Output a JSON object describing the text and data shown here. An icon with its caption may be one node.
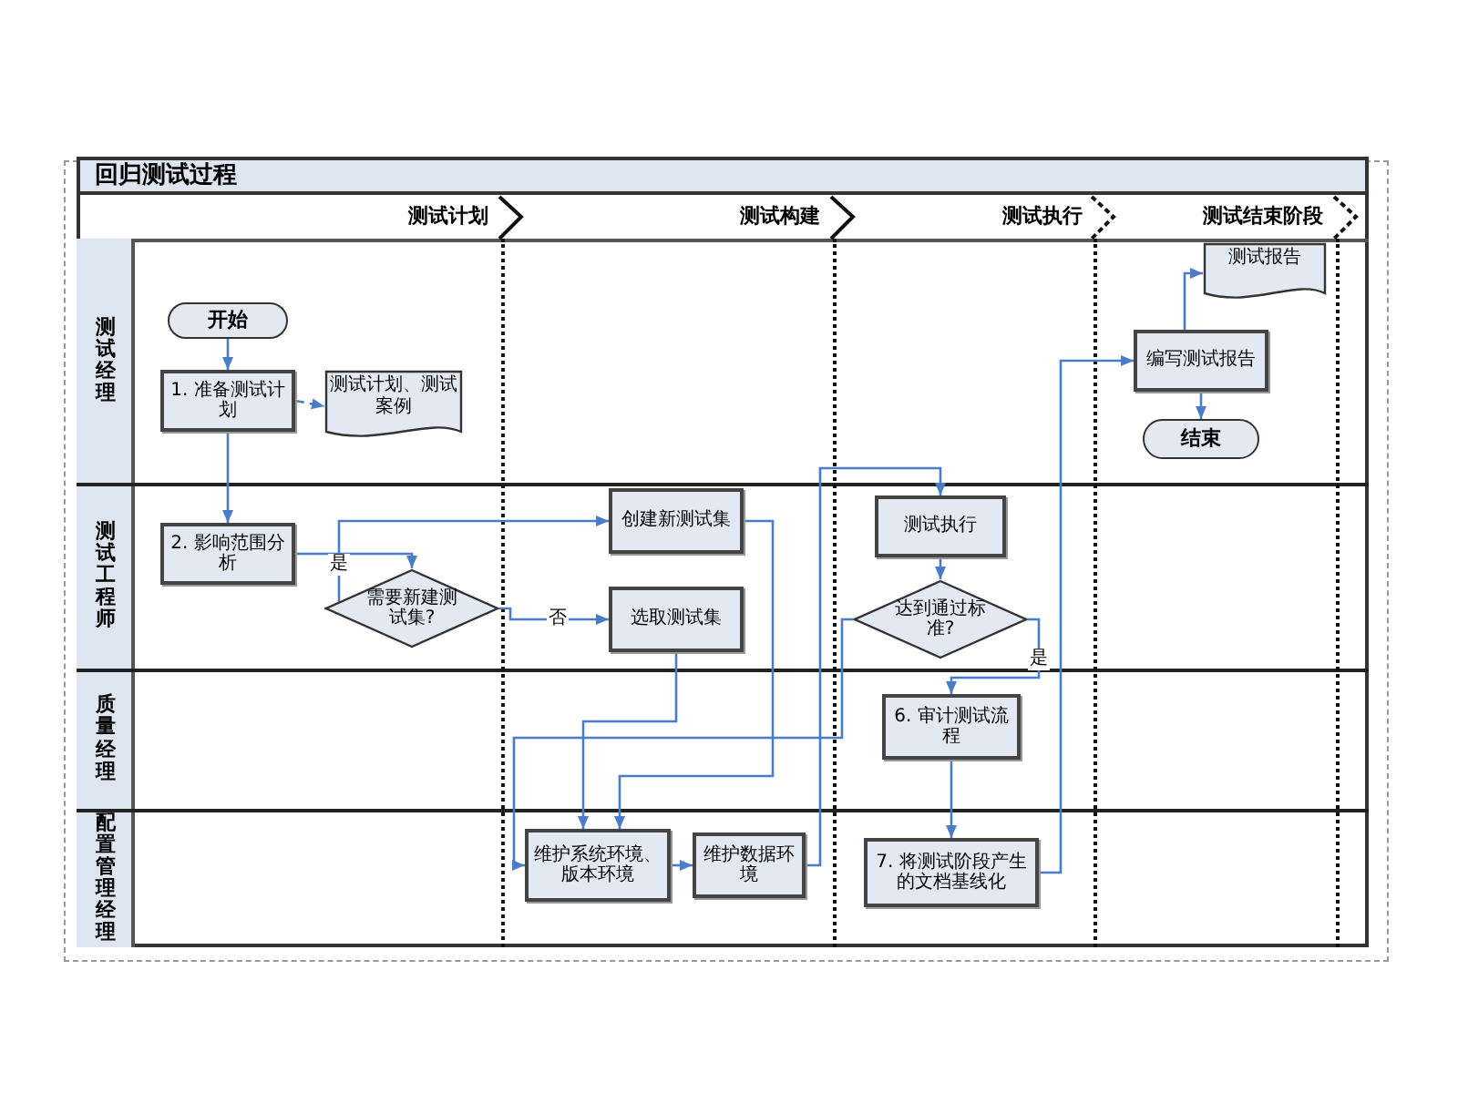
{
  "diagram": {
    "title": "回归测试过程",
    "nodes": [
      {
        "text": [
          "开始"
        ]
      },
      {
        "text": [
          "1. 准备测试计划"
        ]
      },
      {
        "text": [
          "测试计划、测试案例"
        ]
      },
      {
        "text": [
          "2. 影响范围分析"
        ]
      },
      {
        "text": [
          "需要新建测试集?"
        ]
      },
      {
        "text": [
          "创建新测试集"
        ]
      },
      {
        "text": [
          "选取测试集"
        ]
      },
      {
        "text": [
          "维护系统环境、版本环境"
        ]
      },
      {
        "text": [
          "维护数据环境"
        ]
      },
      {
        "text": [
          "测试执行"
        ]
      },
      {
        "text": [
          "达到通过标准?"
        ]
      },
      {
        "text": [
          "6. 审计测试流程"
        ]
      },
      {
        "text": [
          "7. 将测试阶段产生的文档基线化"
        ]
      },
      {
        "text": [
          "编写测试报告"
        ]
      },
      {
        "text": [
          "测试报告"
        ]
      },
      {
        "text": [
          "结束"
        ]
      }
    ],
    "edges": [
      {
        "from": 0,
        "to": 1,
        "arrow": "to"
      },
      {
        "from": 1,
        "to": 2,
        "arrow": "to",
        "style": "dashed"
      },
      {
        "from": 1,
        "to": 3,
        "arrow": "to"
      },
      {
        "from": 3,
        "to": 4,
        "arrow": "to"
      },
      {
        "from": 4,
        "to": 5,
        "arrow": "to",
        "label": "是"
      },
      {
        "from": 4,
        "to": 6,
        "arrow": "to",
        "label": "否"
      },
      {
        "from": 5,
        "to": 7,
        "arrow": "to"
      },
      {
        "from": 6,
        "to": 7,
        "arrow": "to"
      },
      {
        "from": 7,
        "to": 8,
        "arrow": "to"
      },
      {
        "from": 8,
        "to": 9,
        "arrow": "to"
      },
      {
        "from": 9,
        "to": 10,
        "arrow": "to"
      },
      {
        "from": 10,
        "to": 11,
        "arrow": "to",
        "label": "是"
      },
      {
        "from": 10,
        "to": 7,
        "arrow": "to"
      },
      {
        "from": 11,
        "to": 12,
        "arrow": "to"
      },
      {
        "from": 12,
        "to": 13,
        "arrow": "to"
      },
      {
        "from": 13,
        "to": 14,
        "arrow": "to"
      },
      {
        "from": 13,
        "to": 15,
        "arrow": "to"
      }
    ],
    "labels": [
      "测试计划",
      "测试构建",
      "测试执行",
      "测试结束阶段",
      "测试经理",
      "测试工程师",
      "质量经理",
      "配置管理经理"
    ]
  }
}
